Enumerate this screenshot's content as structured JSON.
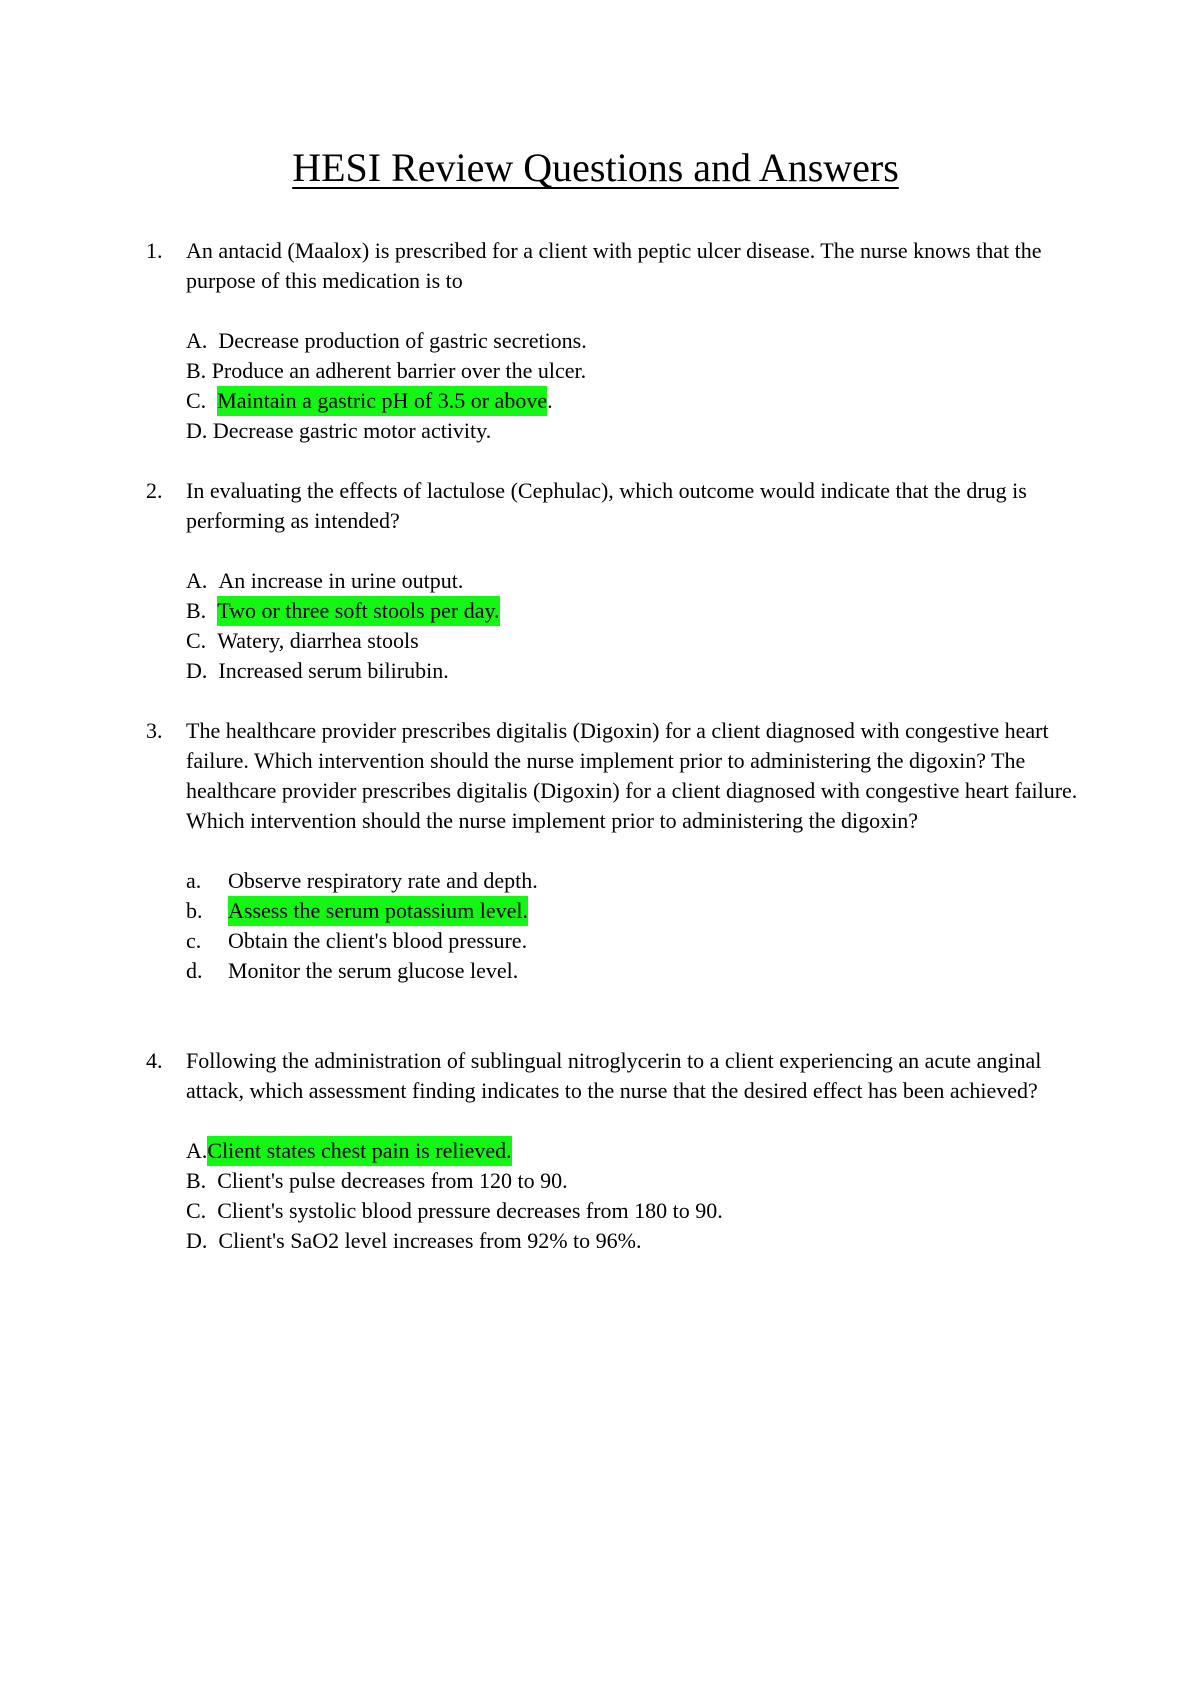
{
  "document": {
    "title": "HESI Review Questions and Answers",
    "highlight_color": "#14f714"
  },
  "questions": [
    {
      "number": "1.",
      "text": "An antacid (Maalox) is prescribed for a client with peptic ulcer disease. The nurse knows that the purpose of this medication is to",
      "options": [
        {
          "letter": "A.",
          "text": "Decrease production of gastric secretions.",
          "suffix": ""
        },
        {
          "letter": "B.",
          "text": "Produce an adherent barrier over the ulcer.",
          "suffix": ""
        },
        {
          "letter": "C.",
          "text": "Maintain a gastric pH of 3.5 or above",
          "suffix": "."
        },
        {
          "letter": "D.",
          "text": "Decrease gastric motor activity.",
          "suffix": ""
        }
      ]
    },
    {
      "number": "2.",
      "text": "In evaluating the effects of lactulose (Cephulac), which outcome would indicate that the drug is performing as intended?",
      "options": [
        {
          "letter": "A.",
          "text": "An increase in urine output."
        },
        {
          "letter": "B.",
          "text": "Two or three soft stools per day."
        },
        {
          "letter": "C.",
          "text": " Watery, diarrhea stools"
        },
        {
          "letter": "D.",
          "text": "Increased serum bilirubin."
        }
      ]
    },
    {
      "number": "3.",
      "text": "The healthcare provider prescribes digitalis (Digoxin) for a client diagnosed with congestive heart failure. Which intervention should the nurse implement prior to administering the digoxin? The healthcare provider prescribes digitalis (Digoxin) for a client diagnosed with congestive heart failure. Which intervention should the nurse implement prior to administering the digoxin?",
      "options": [
        {
          "letter": "a.",
          "text": "Observe respiratory rate and depth."
        },
        {
          "letter": "b.",
          "text": "Assess the serum potassium level."
        },
        {
          "letter": "c.",
          "text": "Obtain the client's blood pressure."
        },
        {
          "letter": "d.",
          "text": "Monitor the serum glucose level."
        }
      ]
    },
    {
      "number": "4.",
      "text": "Following the administration of sublingual nitroglycerin to a client experiencing an acute anginal attack, which assessment finding indicates to the nurse that the desired effect has been achieved?",
      "options": [
        {
          "letter": "A.",
          "text": "Client states chest pain is relieved."
        },
        {
          "letter": "B.",
          "text": "Client's pulse decreases from 120 to 90."
        },
        {
          "letter": "C.",
          "text": "Client's systolic blood pressure decreases from 180 to 90."
        },
        {
          "letter": "D.",
          "text": "Client's SaO2 level increases from 92% to 96%."
        }
      ]
    }
  ]
}
